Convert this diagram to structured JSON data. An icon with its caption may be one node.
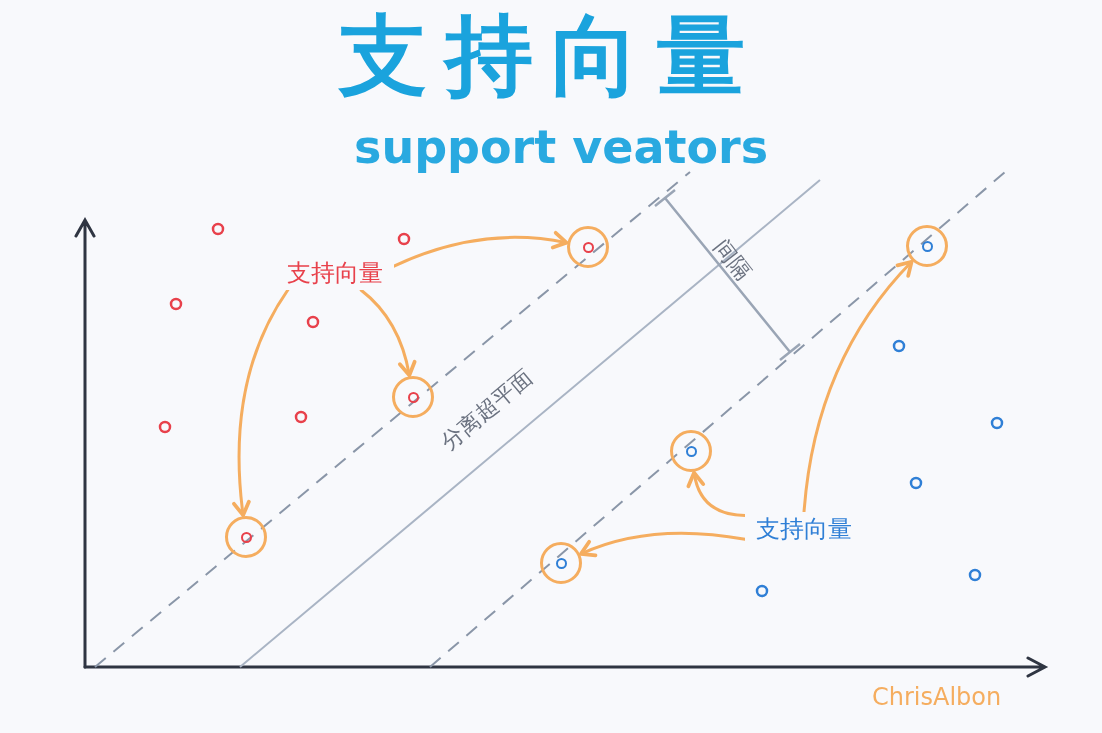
{
  "diagram": {
    "title": "支持向量",
    "nodes": [
      {
        "text": [
          "支持向量"
        ]
      },
      {
        "text": [],
        "shape": "circle"
      },
      {
        "text": [],
        "shape": "circle"
      },
      {
        "text": [],
        "shape": "circle"
      },
      {
        "text": [
          "支持向量"
        ]
      },
      {
        "text": [],
        "shape": "circle"
      },
      {
        "text": [],
        "shape": "circle"
      },
      {
        "text": [],
        "shape": "circle"
      }
    ],
    "edges": [
      {
        "from": 0,
        "to": 1,
        "arrow": "to"
      },
      {
        "from": 0,
        "to": 2,
        "arrow": "to"
      },
      {
        "from": 0,
        "to": 3,
        "arrow": "to"
      },
      {
        "from": 4,
        "to": 5,
        "arrow": "to"
      },
      {
        "from": 4,
        "to": 6,
        "arrow": "to"
      },
      {
        "from": 4,
        "to": 7,
        "arrow": "to"
      }
    ],
    "labels": [
      "support veators",
      "间隔",
      "分离超平面",
      "ChrisAlbon"
    ]
  }
}
